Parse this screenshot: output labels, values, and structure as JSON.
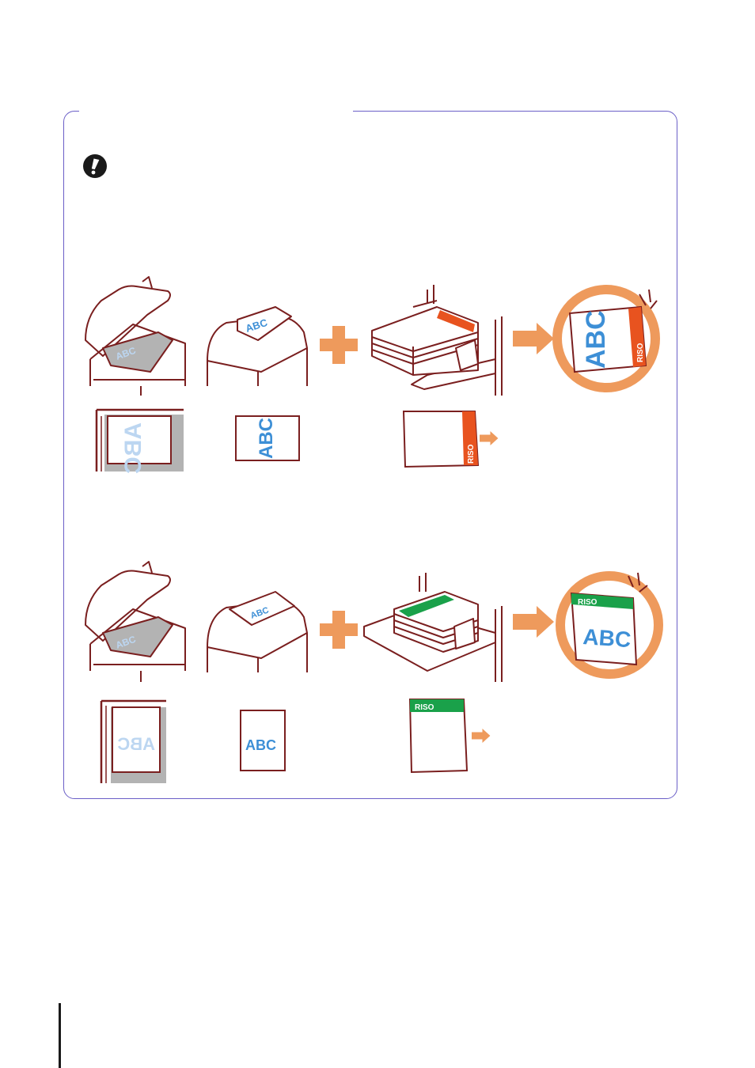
{
  "illustration": {
    "sample_text": "ABC",
    "brand_label": "RISO",
    "colors": {
      "outline": "#7a1f1f",
      "frame": "#6b5fc7",
      "accent_orange": "#ee9a5c",
      "label_red": "#e8531f",
      "label_green": "#1aa14a",
      "text_blue": "#3d8fd6",
      "text_faded": "#bcd6f1",
      "glass_gray": "#b3b3b3"
    },
    "rows": [
      {
        "name": "orientation-portrait-envelope",
        "label_color": "red"
      },
      {
        "name": "orientation-landscape-envelope",
        "label_color": "green"
      }
    ]
  }
}
